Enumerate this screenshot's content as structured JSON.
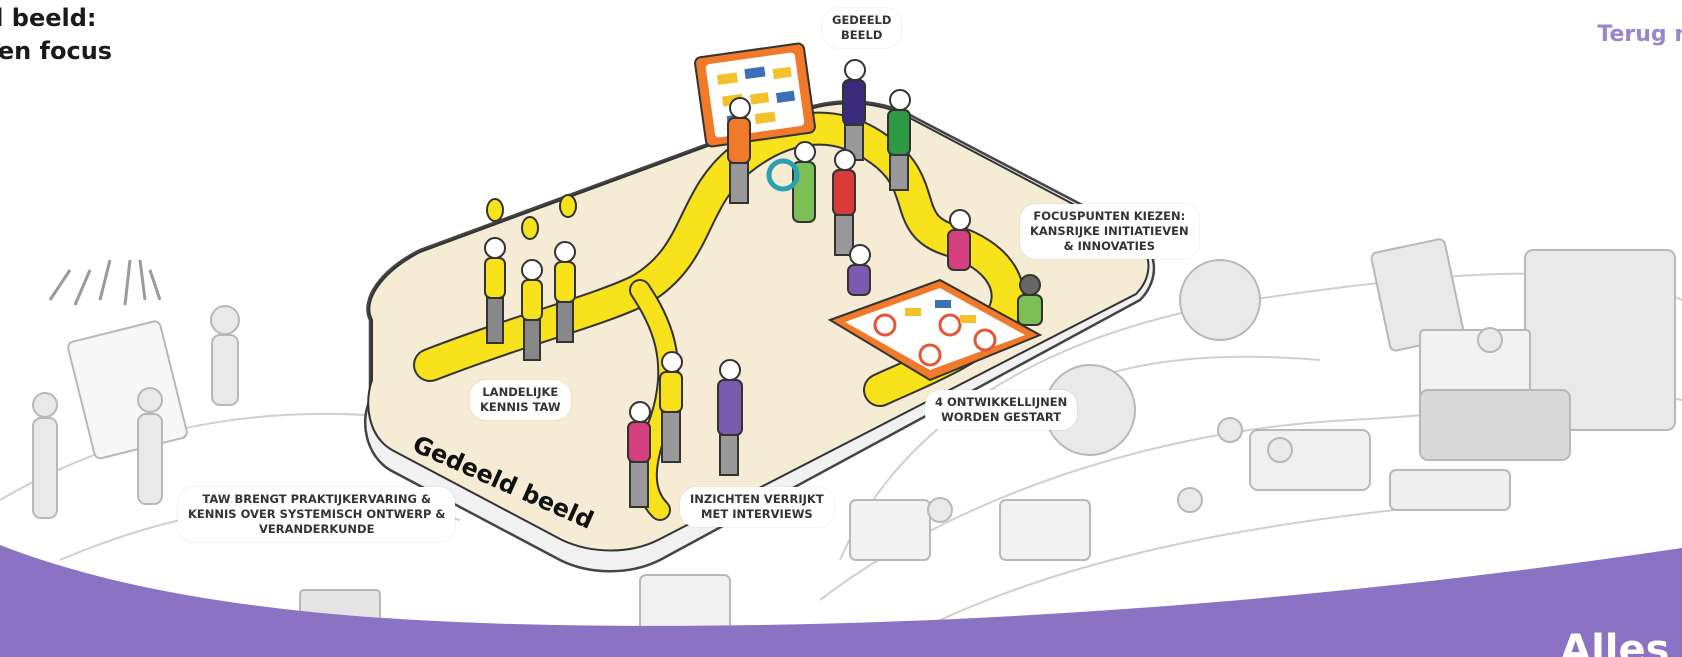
{
  "header": {
    "title_lines": [
      "ld beeld:",
      "t en focus"
    ],
    "back_link": "Terug n"
  },
  "footer": {
    "text": "Alles d"
  },
  "platform": {
    "label": "Gedeeld beeld"
  },
  "bubbles": {
    "gedeeld": [
      "Gedeeld",
      "beeld"
    ],
    "focus": [
      "Focuspunten kiezen:",
      "kansrijke initiatieven",
      "& innovaties"
    ],
    "landelijk": [
      "Landelijke",
      "kennis TAW"
    ],
    "ontwikkel": [
      "4 ontwikkellijnen",
      "worden gestart"
    ],
    "taw": [
      "TAW brengt praktijkervaring &",
      "kennis over systemisch ontwerp &",
      "veranderkunde"
    ],
    "inzichten": [
      "Inzichten verrijkt",
      "met interviews"
    ]
  },
  "colors": {
    "accent_purple": "#8b72c2",
    "link_purple": "#9b86c9",
    "platform_beige": "#f6ecd6",
    "road_yellow": "#f7e21b",
    "frame_orange": "#f07a2a",
    "sketch_gray": "#bdbdbd"
  }
}
